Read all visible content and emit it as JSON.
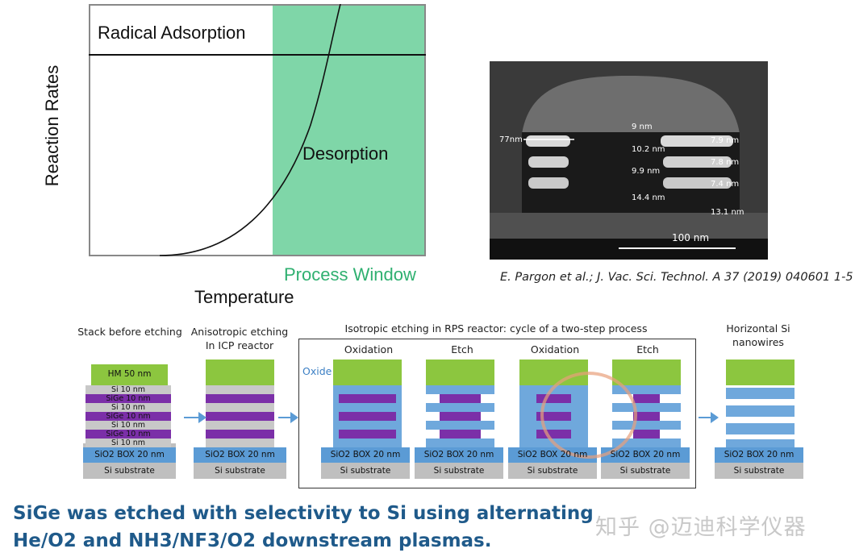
{
  "graph": {
    "y_label": "Reaction Rates",
    "x_label": "Temperature",
    "radical_label": "Radical Adsorption",
    "desorption_label": "Desorption",
    "window_label": "Process Window",
    "window_color": "#7fd6a8"
  },
  "sem": {
    "left_dim": "77nm",
    "center_dims": [
      "9 nm",
      "10.2 nm",
      "9.9 nm",
      "14.4 nm"
    ],
    "right_dims": [
      "7.9 nm",
      "7.8 nm",
      "7.4 nm",
      "13.1 nm"
    ],
    "scale": "100 nm",
    "citation": "E. Pargon et al.; J. Vac. Sci. Technol. A 37 (2019) 040601 1-5"
  },
  "process": {
    "title_stack": "Stack before etching",
    "title_aniso_1": "Anisotropic etching",
    "title_aniso_2": "In ICP reactor",
    "title_iso": "Isotropic etching in RPS reactor: cycle of a two-step process",
    "title_nano_1": "Horizontal Si",
    "title_nano_2": "nanowires",
    "step_oxidation": "Oxidation",
    "step_etch": "Etch",
    "oxide_label": "Oxide",
    "stack_layers": [
      "HM 50 nm",
      "Si 10 nm",
      "SiGe 10 nm",
      "Si 10 nm",
      "SiGe 10 nm",
      "Si 10 nm",
      "SiGe 10 nm",
      "Si 10 nm"
    ],
    "box_label": "SiO2 BOX 20 nm",
    "substrate_label": "Si substrate",
    "colors": {
      "hm": "#8cc63f",
      "si": "#c8c8c8",
      "sige": "#7b2fa8",
      "box": "#5b9bd5",
      "oxide": "#6fa8dc",
      "substrate": "#bfbfbf"
    }
  },
  "caption": {
    "line1": "SiGe was etched with selectivity to Si using alternating",
    "line2": "He/O2 and NH3/NF3/O2 downstream plasmas."
  },
  "watermark": "知乎 @迈迪科学仪器"
}
